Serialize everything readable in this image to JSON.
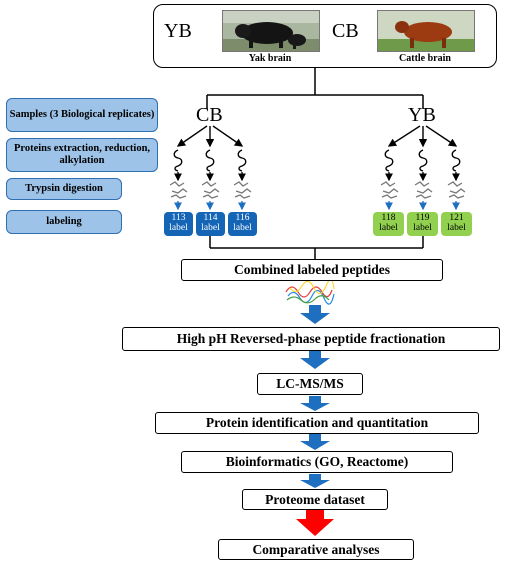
{
  "groups": {
    "yak": {
      "code": "YB",
      "caption": "Yak brain"
    },
    "cattle": {
      "code": "CB",
      "caption": "Cattle brain"
    }
  },
  "steps_left": [
    {
      "label": "Samples (3 Biological replicates)"
    },
    {
      "label": "Proteins extraction, reduction, alkylation"
    },
    {
      "label": "Trypsin digestion"
    },
    {
      "label": "labeling"
    }
  ],
  "branch_labels": {
    "left": "CB",
    "right": "YB"
  },
  "tags_cb": [
    {
      "number": "113",
      "word": "label"
    },
    {
      "number": "114",
      "word": "label"
    },
    {
      "number": "116",
      "word": "label"
    }
  ],
  "tags_yb": [
    {
      "number": "118",
      "word": "label"
    },
    {
      "number": "119",
      "word": "label"
    },
    {
      "number": "121",
      "word": "label"
    }
  ],
  "workflow": [
    "Combined labeled peptides",
    "High pH Reversed-phase peptide fractionation",
    "LC-MS/MS",
    "Protein identification and quantitation",
    "Bioinformatics (GO, Reactome)",
    "Proteome dataset",
    "Comparative analyses"
  ],
  "colors": {
    "side_box_fill": "#9ec3e8",
    "side_box_border": "#2f6fb0",
    "tag_blue": "#1565b7",
    "tag_green": "#92d050",
    "arrow_blue": "#1f6fc0",
    "arrow_red": "#ff0000"
  }
}
